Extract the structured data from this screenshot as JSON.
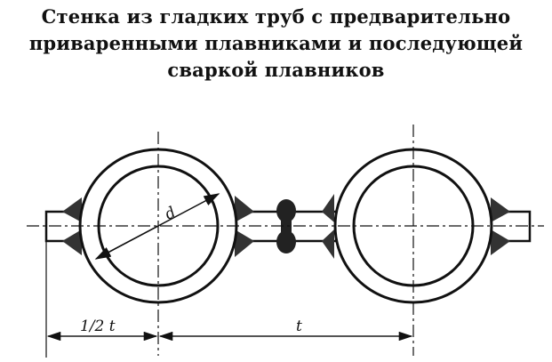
{
  "title": {
    "line1": "Стенка из гладких труб с предварительно",
    "line2": "приваренными плавниками и последующей",
    "line3": "сваркой плавников"
  },
  "labels": {
    "diameter": "d",
    "half_pitch": "1/2 t",
    "pitch": "t"
  }
}
